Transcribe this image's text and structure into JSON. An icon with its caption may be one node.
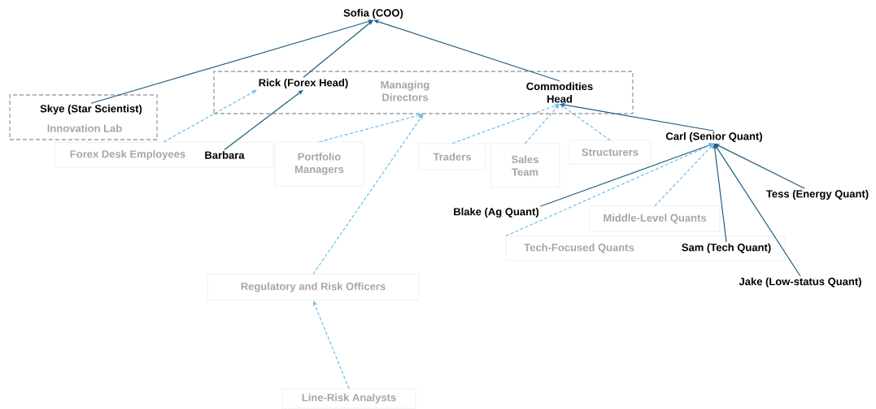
{
  "diagram": {
    "nodes": [
      {
        "text": [
          "Sofia (COO)"
        ]
      },
      {
        "text": [
          "Managing Directors"
        ]
      },
      {
        "text": [
          "Rick (Forex Head)"
        ],
        "in": 1
      },
      {
        "text": [
          "Commodities Head"
        ],
        "in": 1
      },
      {
        "text": [
          "Innovation Lab"
        ]
      },
      {
        "text": [
          "Skye (Star Scientist)"
        ],
        "in": 4
      },
      {
        "text": [
          "Forex Desk Employees"
        ]
      },
      {
        "text": [
          "Barbara"
        ],
        "in": 6
      },
      {
        "text": [
          "Portfolio Managers"
        ]
      },
      {
        "text": [
          "Traders"
        ]
      },
      {
        "text": [
          "Sales Team"
        ]
      },
      {
        "text": [
          "Structurers"
        ]
      },
      {
        "text": [
          "Carl (Senior Quant)"
        ]
      },
      {
        "text": [
          "Blake (Ag Quant)"
        ]
      },
      {
        "text": [
          "Tess (Energy Quant)"
        ]
      },
      {
        "text": [
          "Middle-Level Quants"
        ]
      },
      {
        "text": [
          "Tech-Focused Quants"
        ]
      },
      {
        "text": [
          "Sam (Tech Quant)"
        ],
        "in": 16
      },
      {
        "text": [
          "Jake (Low-status Quant)"
        ]
      },
      {
        "text": [
          "Regulatory and Risk Officers"
        ]
      },
      {
        "text": [
          "Line-Risk Analysts"
        ]
      }
    ],
    "edges": [
      {
        "from": 5,
        "to": 0,
        "arrow": "to"
      },
      {
        "from": 2,
        "to": 0,
        "arrow": "to"
      },
      {
        "from": 3,
        "to": 0,
        "arrow": "to"
      },
      {
        "from": 6,
        "to": 2,
        "arrow": "to",
        "style": "dashed",
        "color": "#67bfe9"
      },
      {
        "from": 7,
        "to": 2,
        "arrow": "to"
      },
      {
        "from": 8,
        "to": 1,
        "arrow": "to",
        "style": "dashed",
        "color": "#67bfe9"
      },
      {
        "from": 19,
        "to": 1,
        "arrow": "to",
        "style": "dashed",
        "color": "#67bfe9"
      },
      {
        "from": 20,
        "to": 19,
        "arrow": "to",
        "style": "dashed",
        "color": "#67bfe9"
      },
      {
        "from": 9,
        "to": 3,
        "arrow": "to",
        "style": "dashed",
        "color": "#67bfe9"
      },
      {
        "from": 10,
        "to": 3,
        "arrow": "to",
        "style": "dashed",
        "color": "#67bfe9"
      },
      {
        "from": 11,
        "to": 3,
        "arrow": "to",
        "style": "dashed",
        "color": "#67bfe9"
      },
      {
        "from": 12,
        "to": 3,
        "arrow": "to"
      },
      {
        "from": 13,
        "to": 12,
        "arrow": "to"
      },
      {
        "from": 15,
        "to": 12,
        "arrow": "to",
        "style": "dashed",
        "color": "#67bfe9"
      },
      {
        "from": 16,
        "to": 12,
        "arrow": "to",
        "style": "dashed",
        "color": "#67bfe9"
      },
      {
        "from": 17,
        "to": 12,
        "arrow": "to"
      },
      {
        "from": 14,
        "to": 12,
        "arrow": "to"
      },
      {
        "from": 18,
        "to": 12,
        "arrow": "to"
      }
    ]
  }
}
